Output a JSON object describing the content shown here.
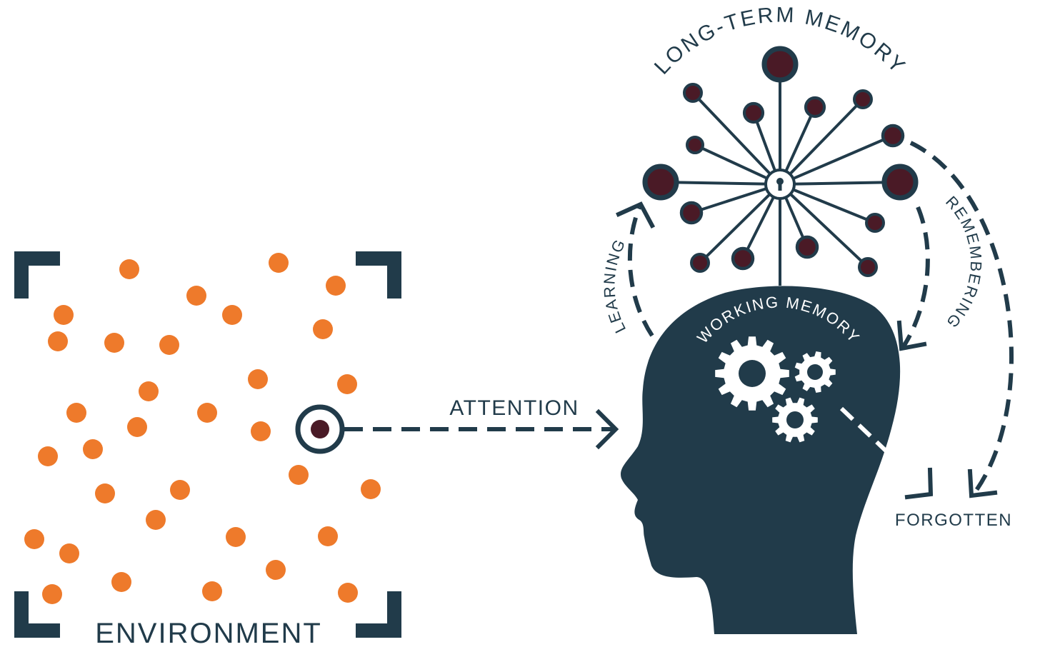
{
  "colors": {
    "navy": "#213b4a",
    "orange": "#ee7a2b",
    "maroon": "#4a1a26",
    "white": "#ffffff"
  },
  "labels": {
    "long_term_memory": "LONG-TERM MEMORY",
    "working_memory": "WORKING MEMORY",
    "learning": "LEARNING",
    "remembering": "REMEMBERING",
    "attention": "ATTENTION",
    "forgotten": "FORGOTTEN",
    "environment": "ENVIRONMENT"
  },
  "icons": {
    "environment_stimuli": "orange-dot",
    "attention_focus": "target-icon",
    "head": "head-silhouette",
    "gears": "gear-icon",
    "memory_network": "network-node",
    "memory_hub": "keyhole-icon"
  }
}
